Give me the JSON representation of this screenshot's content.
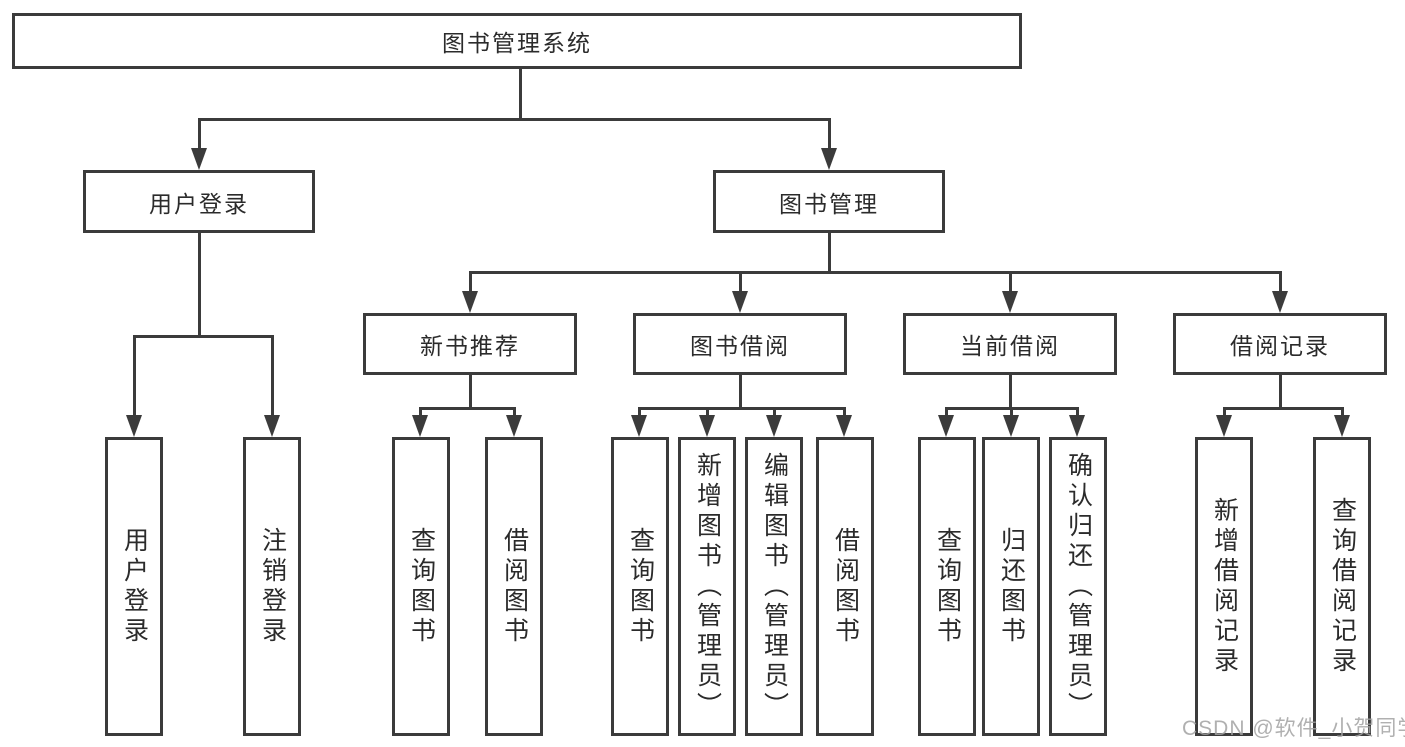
{
  "title": "图书管理系统",
  "level2": {
    "user_login": "用户登录",
    "book_mgmt": "图书管理"
  },
  "level3": {
    "new_book": "新书推荐",
    "book_borrow": "图书借阅",
    "current_borrow": "当前借阅",
    "borrow_record": "借阅记录"
  },
  "leaves": {
    "user_login": [
      "用户登录",
      "注销登录"
    ],
    "new_book": [
      "查询图书",
      "借阅图书"
    ],
    "book_borrow": [
      "查询图书",
      "新增图书（管理员）",
      "编辑图书（管理员）",
      "借阅图书"
    ],
    "current_borrow": [
      "查询图书",
      "归还图书",
      "确认归还（管理员）"
    ],
    "borrow_record": [
      "新增借阅记录",
      "查询借阅记录"
    ]
  },
  "watermark": "CSDN @软件_小贺同学",
  "colors": {
    "line": "#3b3b3b",
    "text": "#2b2b2b",
    "watermark": "#a3a3a3"
  }
}
